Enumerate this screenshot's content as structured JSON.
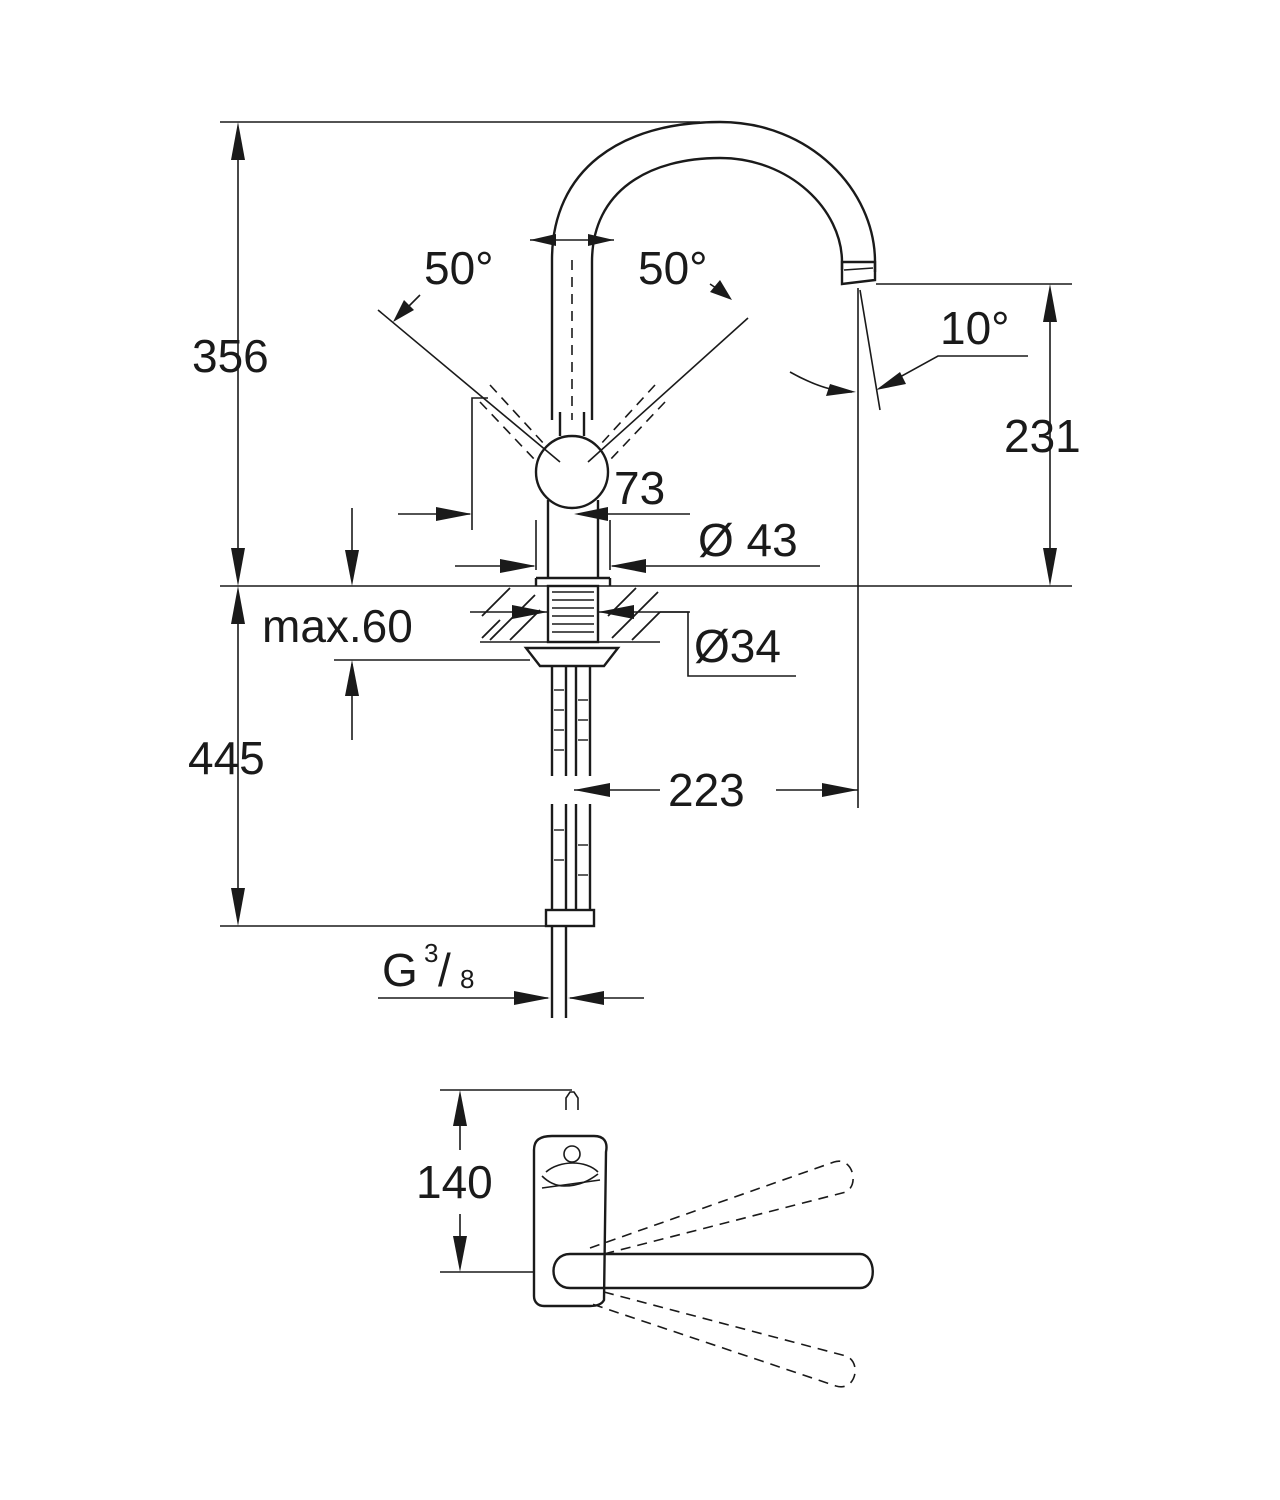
{
  "dimensions": {
    "total_height": "356",
    "spout_height": "231",
    "lever_angle_left": "50°",
    "lever_angle_right": "50°",
    "spout_tilt": "10°",
    "handle_clearance": "73",
    "body_diameter": "Ø 43",
    "hole_diameter": "Ø34",
    "max_counter_thickness": "max.60",
    "below_deck_length": "445",
    "spout_reach": "223",
    "connection_thread_letter": "G",
    "connection_thread_num": "3",
    "connection_thread_slash": "/",
    "connection_thread_den": "8",
    "plan_depth": "140"
  },
  "colors": {
    "ink": "#1a1a1a",
    "background": "#ffffff"
  }
}
